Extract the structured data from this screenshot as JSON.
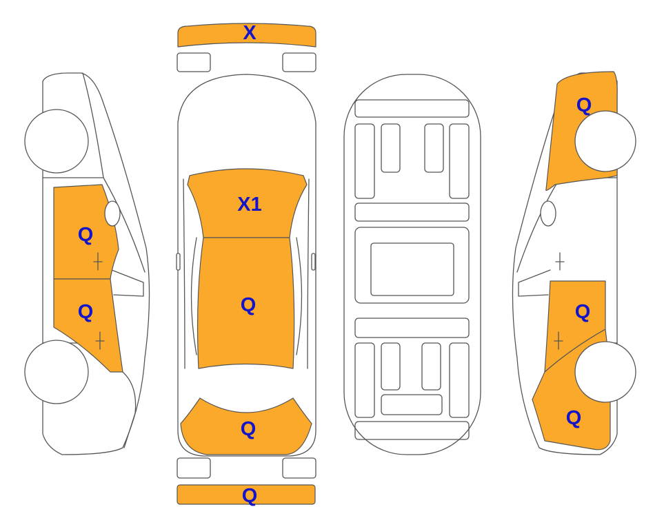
{
  "colors": {
    "damage_fill": "#FBA92B",
    "label_color": "#1414C8",
    "outline": "#555555",
    "background": "#FFFFFF"
  },
  "labels": {
    "front_bumper": "X",
    "hood": "X1",
    "roof": "Q",
    "trunk": "Q",
    "rear_bumper": "Q",
    "left_front_door": "Q",
    "left_rear_door": "Q",
    "right_front_fender": "Q",
    "right_rear_door": "Q",
    "right_rear_quarter": "Q"
  }
}
